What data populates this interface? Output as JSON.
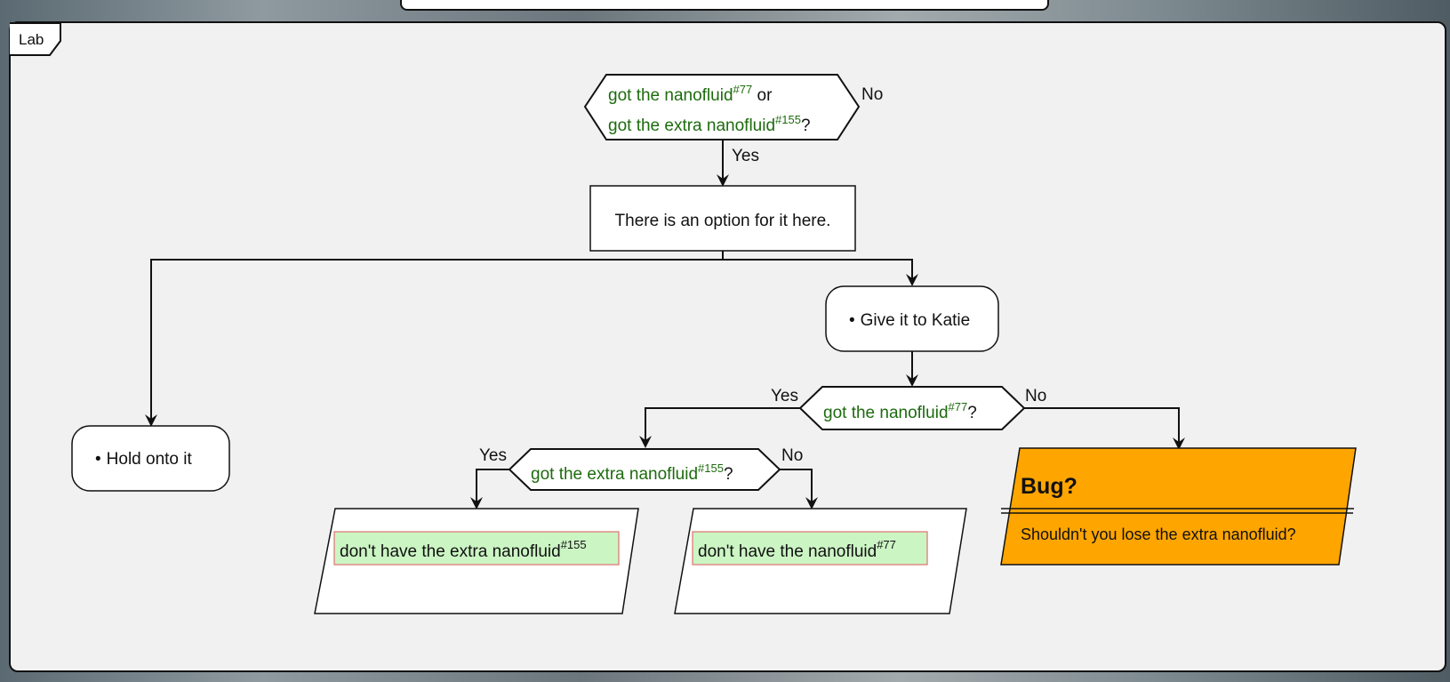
{
  "frame": {
    "label": "Lab"
  },
  "decision_top": {
    "line1_text": "got the nanofluid",
    "line1_ref": "#77",
    "line1_suffix": " or",
    "line2_text": "got the extra nanofluid",
    "line2_ref": "#155",
    "line2_suffix": "?",
    "yes_label": "Yes",
    "no_label": "No"
  },
  "option_box": {
    "text": "There is an option for it here."
  },
  "choice_hold": {
    "bullet": "•",
    "text": "Hold onto it"
  },
  "choice_give": {
    "bullet": "•",
    "text": "Give it to Katie"
  },
  "decision_nano": {
    "text": "got the nanofluid",
    "ref": "#77",
    "suffix": "?",
    "yes_label": "Yes",
    "no_label": "No"
  },
  "decision_extra": {
    "text": "got the extra nanofluid",
    "ref": "#155",
    "suffix": "?",
    "yes_label": "Yes",
    "no_label": "No"
  },
  "result_extra": {
    "text": "don't have the extra nanofluid",
    "ref": "#155"
  },
  "result_nano": {
    "text": "don't have the nanofluid",
    "ref": "#77"
  },
  "bug_note": {
    "title": "Bug?",
    "body": "Shouldn't you lose the extra nanofluid?",
    "color": "#ffa500"
  },
  "colors": {
    "condition_text": "#1d6b0e",
    "highlight_fill": "#ccf5c4",
    "highlight_border": "#e07070"
  }
}
